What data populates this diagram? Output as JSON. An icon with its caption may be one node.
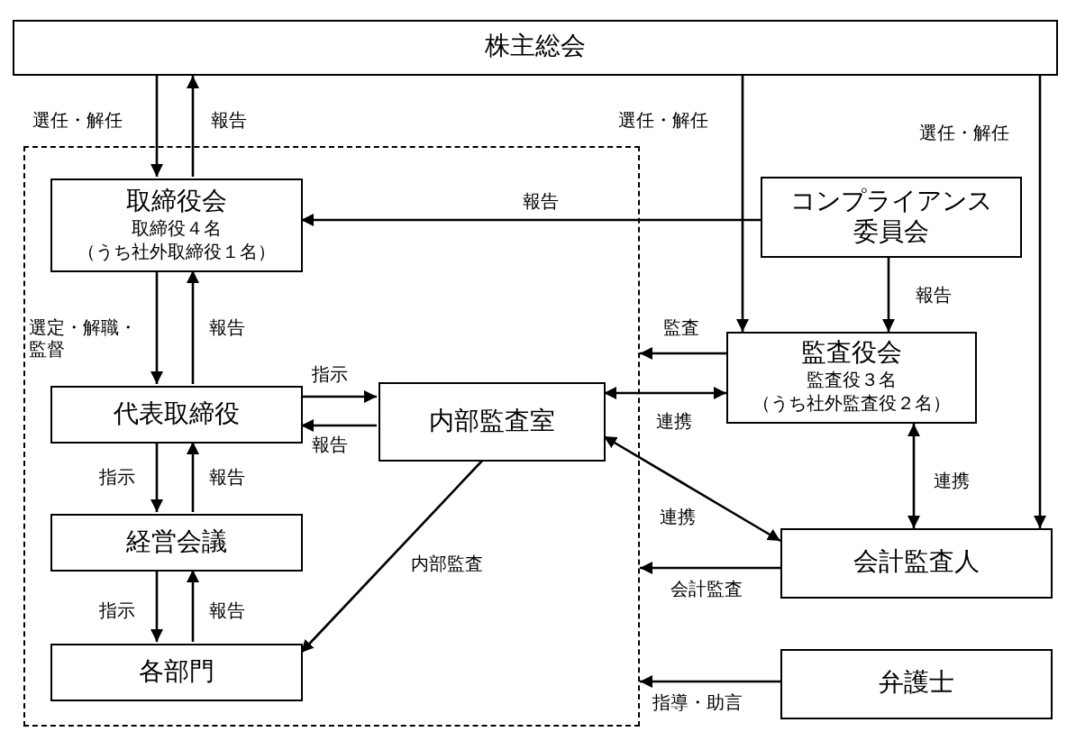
{
  "diagram": {
    "nodes": [
      {
        "text": [
          "株主総会"
        ]
      },
      {
        "text": [],
        "shape": "box"
      },
      {
        "text": [
          "取締役会",
          "取締役４名",
          "（うち社外取締役１名）"
        ],
        "in": 1
      },
      {
        "text": [
          "代表取締役"
        ],
        "in": 1
      },
      {
        "text": [
          "内部監査室"
        ],
        "in": 1
      },
      {
        "text": [
          "経営会議"
        ],
        "in": 1
      },
      {
        "text": [
          "各部門"
        ],
        "in": 1
      },
      {
        "text": [
          "コンプライアンス委員会"
        ]
      },
      {
        "text": [
          "監査役会",
          "監査役３名",
          "（うち社外監査役２名）"
        ]
      },
      {
        "text": [
          "会計監査人"
        ]
      },
      {
        "text": [
          "弁護士"
        ]
      }
    ],
    "edges": [
      {
        "from": 0,
        "to": 2,
        "arrow": "to",
        "label": "選任・解任"
      },
      {
        "from": 2,
        "to": 0,
        "arrow": "to",
        "label": "報告"
      },
      {
        "from": 0,
        "to": 8,
        "arrow": "to",
        "label": "選任・解任"
      },
      {
        "from": 0,
        "to": 9,
        "arrow": "to",
        "label": "選任・解任"
      },
      {
        "from": 7,
        "to": 2,
        "arrow": "to",
        "label": "報告"
      },
      {
        "from": 7,
        "to": 8,
        "arrow": "to",
        "label": "報告"
      },
      {
        "from": 2,
        "to": 3,
        "arrow": "to",
        "label": "選定・解職・監督"
      },
      {
        "from": 3,
        "to": 2,
        "arrow": "to",
        "label": "報告"
      },
      {
        "from": 3,
        "to": 4,
        "arrow": "to",
        "label": "指示"
      },
      {
        "from": 4,
        "to": 3,
        "arrow": "to",
        "label": "報告"
      },
      {
        "from": 3,
        "to": 5,
        "arrow": "to",
        "label": "指示"
      },
      {
        "from": 5,
        "to": 3,
        "arrow": "to",
        "label": "報告"
      },
      {
        "from": 5,
        "to": 6,
        "arrow": "to",
        "label": "指示"
      },
      {
        "from": 6,
        "to": 5,
        "arrow": "to",
        "label": "報告"
      },
      {
        "from": 4,
        "to": 6,
        "arrow": "to",
        "label": "内部監査"
      },
      {
        "from": 8,
        "to": 1,
        "arrow": "to",
        "label": "監査"
      },
      {
        "from": 4,
        "to": 8,
        "arrow": "both",
        "label": "連携"
      },
      {
        "from": 4,
        "to": 9,
        "arrow": "both",
        "label": "連携"
      },
      {
        "from": 8,
        "to": 9,
        "arrow": "both",
        "label": "連携"
      },
      {
        "from": 9,
        "to": 1,
        "arrow": "to",
        "label": "会計監査"
      },
      {
        "from": 10,
        "to": 1,
        "arrow": "to",
        "label": "指導・助言"
      }
    ]
  }
}
